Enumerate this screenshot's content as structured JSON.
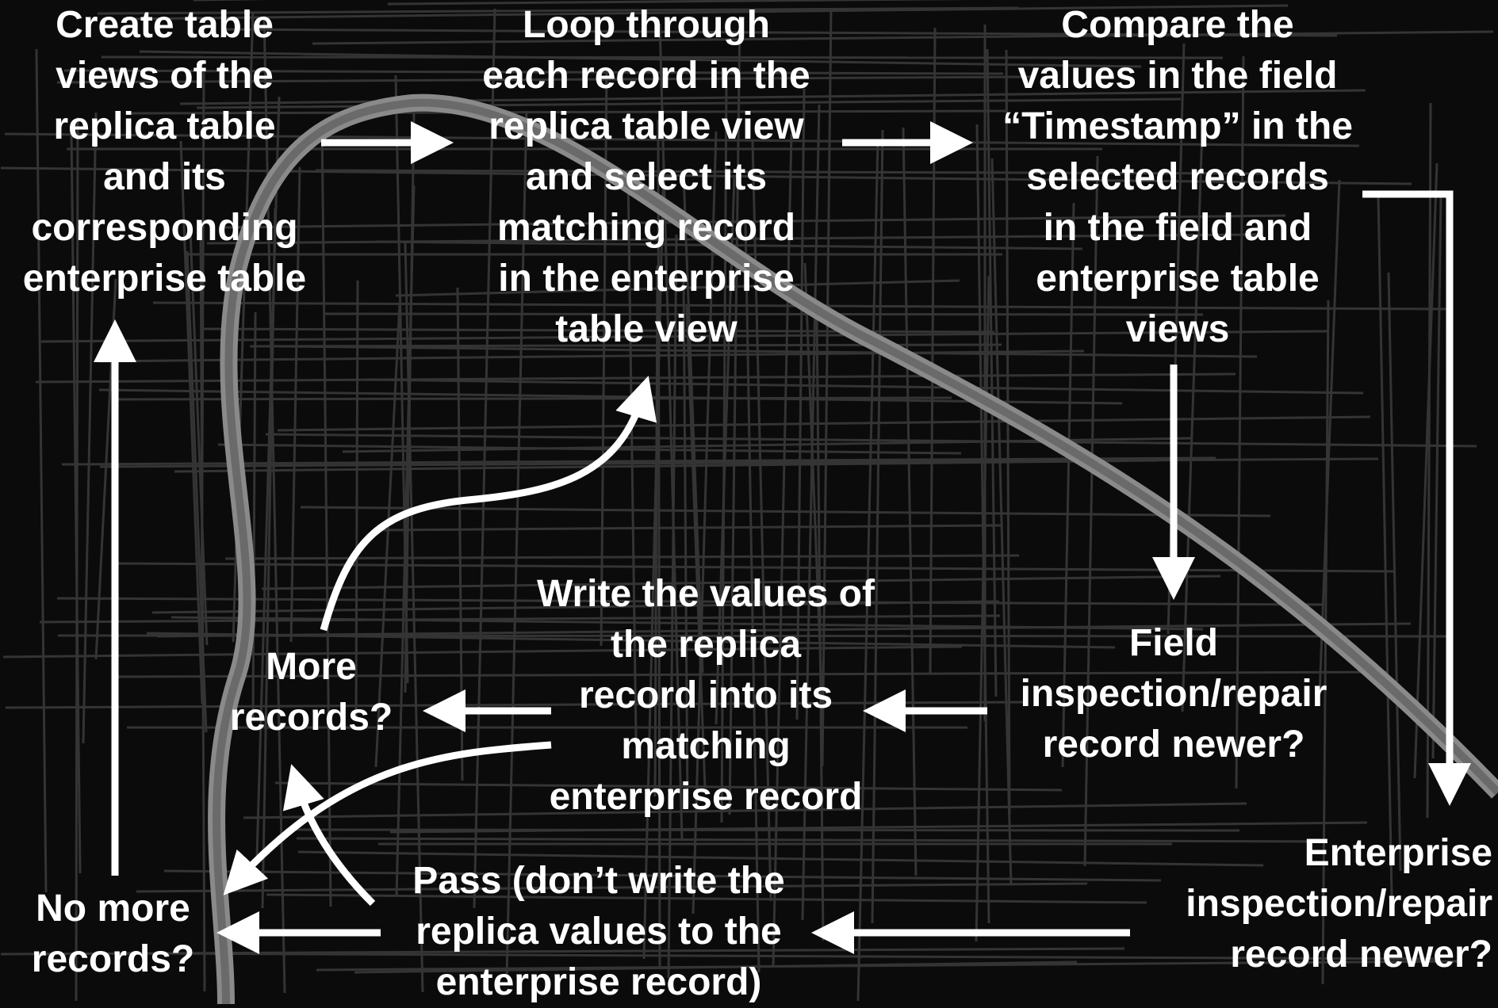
{
  "diagram": {
    "nodes": {
      "create_views": "Create table\nviews of the\nreplica table\nand its\ncorresponding\nenterprise table",
      "loop": "Loop through\neach  record in the\nreplica table view\nand select its\nmatching record\nin the enterprise\ntable view",
      "compare": "Compare the\nvalues in the field\n“Timestamp” in the\nselected records\nin the field and\nenterprise table\nviews",
      "field_newer": "Field\ninspection/repair\nrecord newer?",
      "write_values": "Write the values of\nthe replica\nrecord into its\nmatching\nenterprise record",
      "more_records": "More\nrecords?",
      "no_more_records": "No more\nrecords?",
      "pass": "Pass (don’t write the\nreplica values to the\nenterprise record)",
      "enterprise_newer": "Enterprise\ninspection/repair\nrecord newer?"
    },
    "colors": {
      "background": "#0b0b0b",
      "text": "#ffffff",
      "arrows": "#ffffff",
      "map_streets": "#3a3a3a",
      "map_river": "#8a8a8a"
    }
  }
}
